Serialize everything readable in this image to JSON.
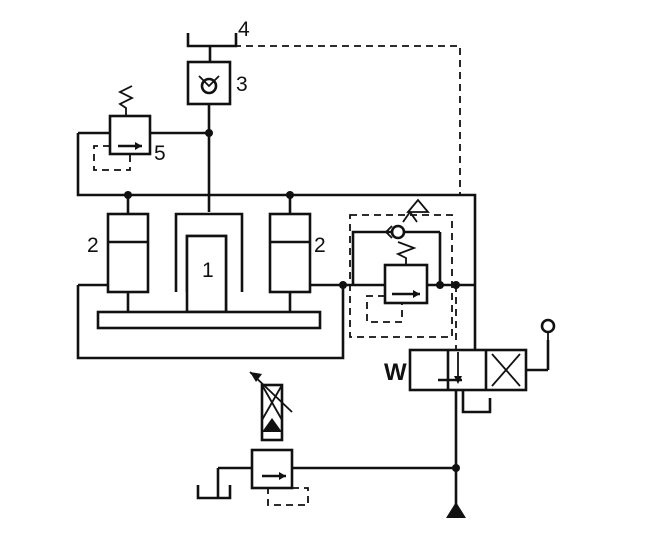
{
  "labels": {
    "component_1": "1",
    "component_2_left": "2",
    "component_2_right": "2",
    "component_3": "3",
    "component_4": "4",
    "component_5": "5",
    "valve_w": "W"
  }
}
